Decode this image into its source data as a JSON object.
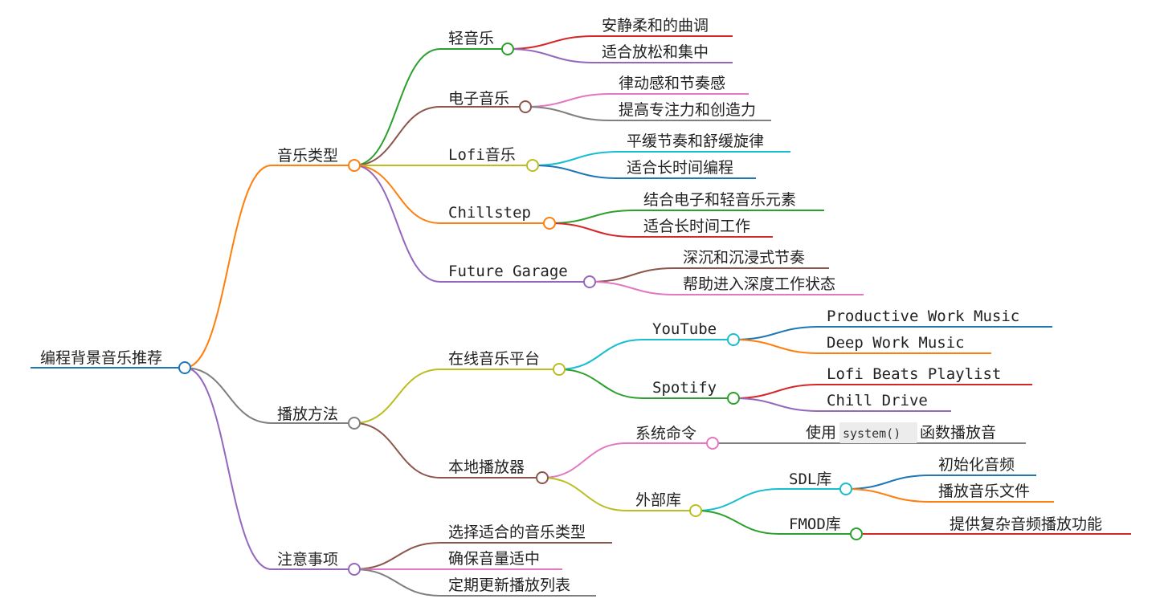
{
  "root": {
    "label": "编程背景音乐推荐",
    "color": "#1f77b4"
  },
  "branches": [
    {
      "label": "音乐类型",
      "color": "#ff7f0e",
      "children": [
        {
          "label": "轻音乐",
          "color": "#2ca02c",
          "children": [
            {
              "label": "安静柔和的曲调",
              "color": "#d62728"
            },
            {
              "label": "适合放松和集中",
              "color": "#9467bd"
            }
          ]
        },
        {
          "label": "电子音乐",
          "color": "#8c564b",
          "children": [
            {
              "label": "律动感和节奏感",
              "color": "#e377c2"
            },
            {
              "label": "提高专注力和创造力",
              "color": "#7f7f7f"
            }
          ]
        },
        {
          "label": "Lofi音乐",
          "color": "#bcbd22",
          "children": [
            {
              "label": "平缓节奏和舒缓旋律",
              "color": "#17becf"
            },
            {
              "label": "适合长时间编程",
              "color": "#1f77b4"
            }
          ]
        },
        {
          "label": "Chillstep",
          "color": "#ff7f0e",
          "children": [
            {
              "label": "结合电子和轻音乐元素",
              "color": "#2ca02c"
            },
            {
              "label": "适合长时间工作",
              "color": "#d62728"
            }
          ]
        },
        {
          "label": "Future Garage",
          "color": "#9467bd",
          "children": [
            {
              "label": "深沉和沉浸式节奏",
              "color": "#8c564b"
            },
            {
              "label": "帮助进入深度工作状态",
              "color": "#e377c2"
            }
          ]
        }
      ]
    },
    {
      "label": "播放方法",
      "color": "#7f7f7f",
      "children": [
        {
          "label": "在线音乐平台",
          "color": "#bcbd22",
          "children": [
            {
              "label": "YouTube",
              "color": "#17becf",
              "children": [
                {
                  "label": "Productive Work Music",
                  "color": "#1f77b4"
                },
                {
                  "label": "Deep Work Music",
                  "color": "#ff7f0e"
                }
              ]
            },
            {
              "label": "Spotify",
              "color": "#2ca02c",
              "children": [
                {
                  "label": "Lofi Beats Playlist",
                  "color": "#d62728"
                },
                {
                  "label": "Chill Drive",
                  "color": "#9467bd"
                }
              ]
            }
          ]
        },
        {
          "label": "本地播放器",
          "color": "#8c564b",
          "children": [
            {
              "label": "系统命令",
              "color": "#e377c2",
              "children": [
                {
                  "label_pre": "使用",
                  "label_code": "system()",
                  "label_post": "函数播放音",
                  "color": "#7f7f7f"
                }
              ]
            },
            {
              "label": "外部库",
              "color": "#bcbd22",
              "children": [
                {
                  "label": "SDL库",
                  "color": "#17becf",
                  "children": [
                    {
                      "label": "初始化音频",
                      "color": "#1f77b4"
                    },
                    {
                      "label": "播放音乐文件",
                      "color": "#ff7f0e"
                    }
                  ]
                },
                {
                  "label": "FMOD库",
                  "color": "#2ca02c",
                  "children": [
                    {
                      "label": "提供复杂音频播放功能",
                      "color": "#d62728"
                    }
                  ]
                }
              ]
            }
          ]
        }
      ]
    },
    {
      "label": "注意事项",
      "color": "#9467bd",
      "children": [
        {
          "label": "选择适合的音乐类型",
          "color": "#8c564b"
        },
        {
          "label": "确保音量适中",
          "color": "#e377c2"
        },
        {
          "label": "定期更新播放列表",
          "color": "#7f7f7f"
        }
      ]
    }
  ]
}
